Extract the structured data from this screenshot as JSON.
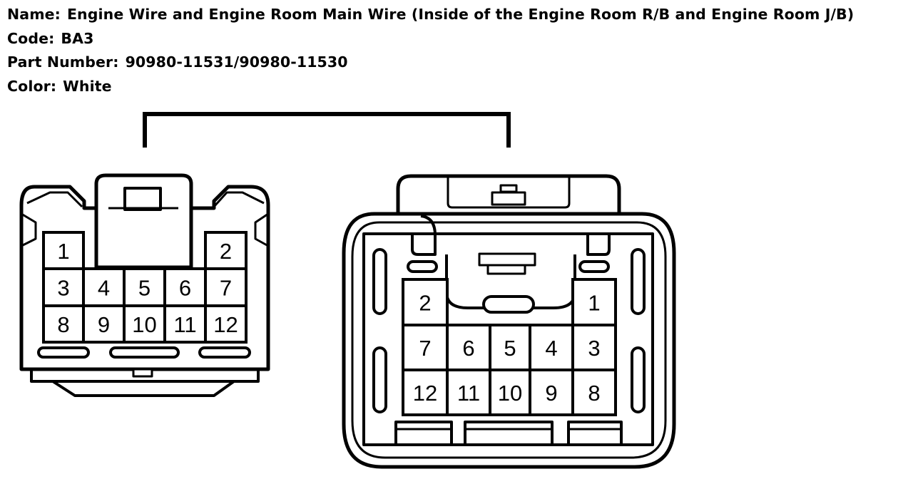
{
  "header": {
    "name_label": "Name:",
    "name_value": "Engine Wire and Engine Room Main Wire (Inside of the Engine Room R/B and Engine Room J/B)",
    "code_label": "Code:",
    "code_value": "BA3",
    "part_label": "Part Number:",
    "part_value": "90980-11531/90980-11530",
    "color_label": "Color:",
    "color_value": "White"
  },
  "left_connector": {
    "pins": [
      "1",
      "2",
      "3",
      "4",
      "5",
      "6",
      "7",
      "8",
      "9",
      "10",
      "11",
      "12"
    ]
  },
  "right_connector": {
    "pins": [
      "2",
      "1",
      "7",
      "6",
      "5",
      "4",
      "3",
      "12",
      "11",
      "10",
      "9",
      "8"
    ]
  }
}
